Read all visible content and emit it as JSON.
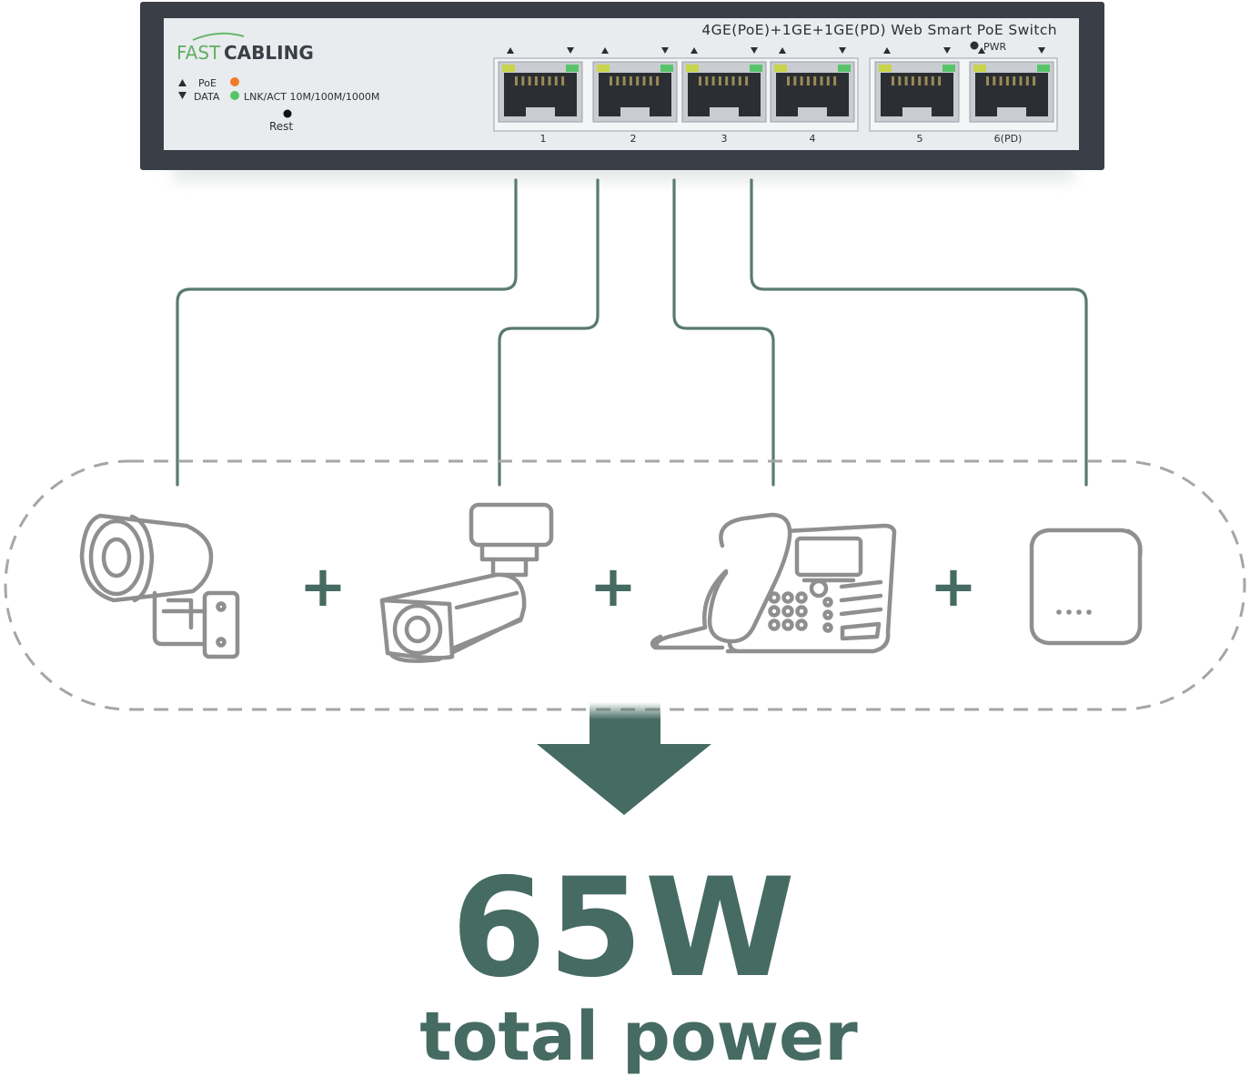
{
  "switch": {
    "brand_fast": "FAST",
    "brand_cabling": "CABLING",
    "model_text": "4GE(PoE)+1GE+1GE(PD) Web Smart PoE Switch",
    "legend_poe": "PoE",
    "legend_data": "DATA",
    "legend_lnk": "LNK/ACT 10M/100M/1000M",
    "reset_label": "Rest",
    "pwr_label": "PWR",
    "ports": [
      {
        "label": "1"
      },
      {
        "label": "2"
      },
      {
        "label": "3"
      },
      {
        "label": "4"
      },
      {
        "label": "5"
      },
      {
        "label": "6(PD)"
      }
    ]
  },
  "devices": [
    {
      "icon": "bullet-camera-icon"
    },
    {
      "icon": "box-camera-icon"
    },
    {
      "icon": "ip-phone-icon"
    },
    {
      "icon": "access-point-icon"
    }
  ],
  "plus_sign": "+",
  "result": {
    "value": "65W",
    "caption": "total power"
  },
  "colors": {
    "accent": "#466b62",
    "line": "#587a72",
    "device_stroke": "#8f8f8f",
    "switch_body": "#3a3f47",
    "switch_panel": "#e9ecef",
    "poe_led": "#f07a2a",
    "link_led": "#58c46a",
    "dash": "#a6a6a6"
  }
}
